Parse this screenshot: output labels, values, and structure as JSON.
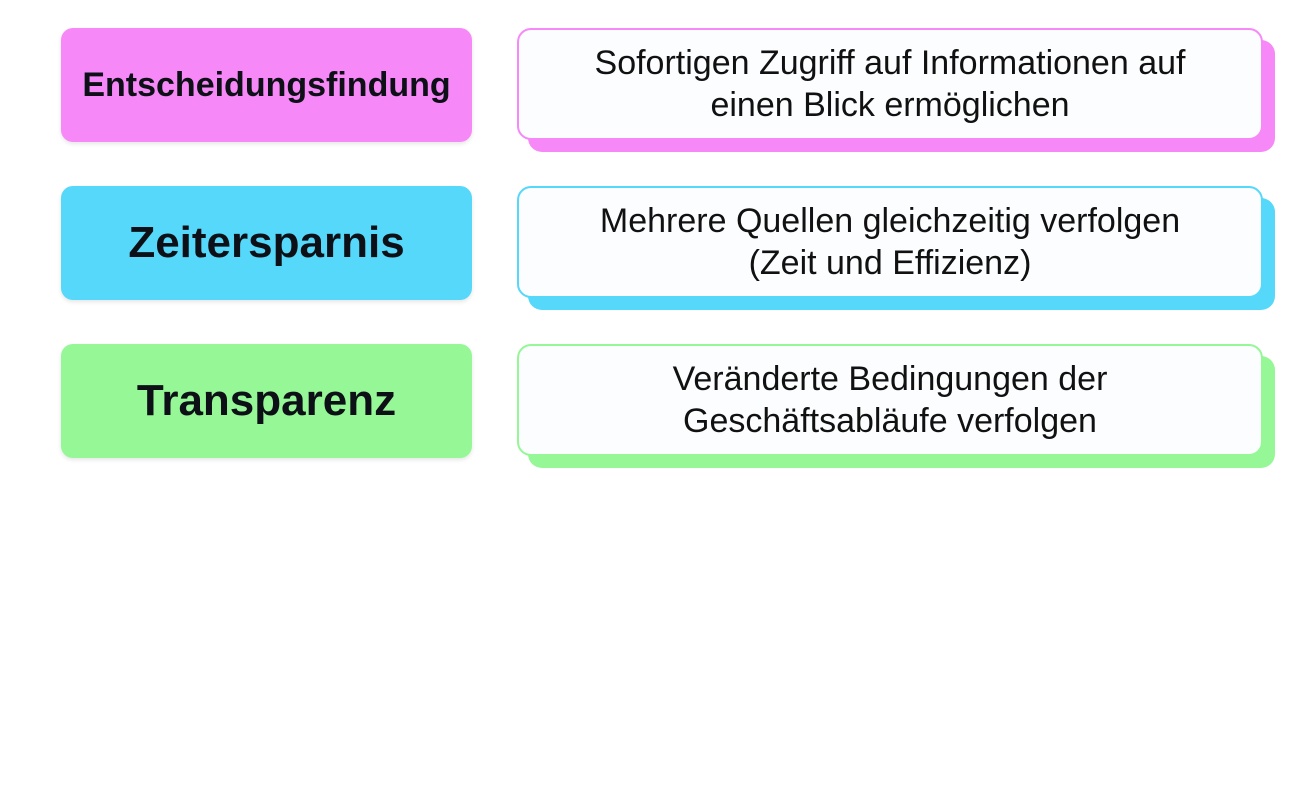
{
  "colors": {
    "magenta": "#f689f7",
    "cyan": "#55d8fa",
    "green": "#95f796",
    "card_background": "#fbfdfe"
  },
  "rows": [
    {
      "label": "Entscheidungsfindung",
      "description_lines": [
        "Sofortigen Zugriff auf Informationen auf",
        "einen Blick ermöglichen"
      ]
    },
    {
      "label": "Zeitersparnis",
      "description_lines": [
        "Mehrere Quellen gleichzeitig verfolgen",
        "(Zeit und Effizienz)"
      ]
    },
    {
      "label": "Transparenz",
      "description_lines": [
        "Veränderte Bedingungen der",
        "Geschäftsabläufe verfolgen"
      ]
    }
  ]
}
